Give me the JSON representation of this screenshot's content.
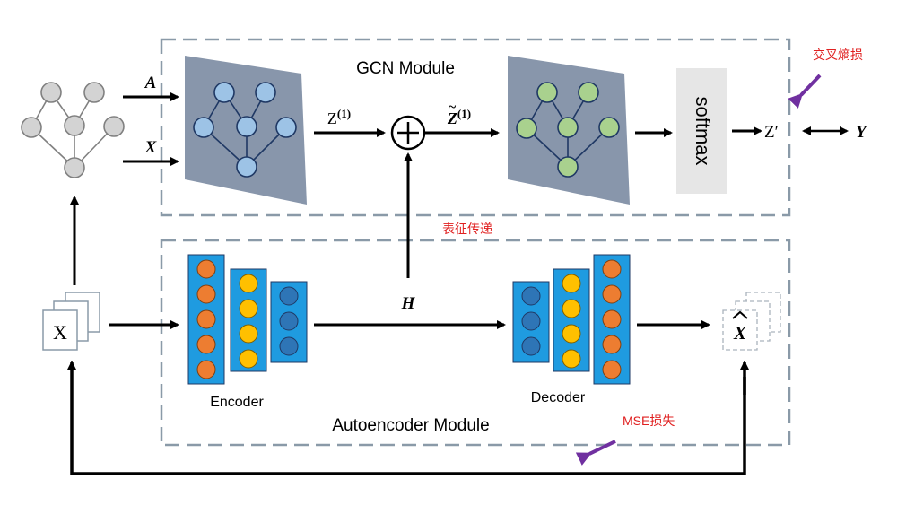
{
  "gcn": {
    "title": "GCN Module",
    "input_a": "A",
    "input_x": "X",
    "z1": "Z",
    "z1_sup": "(1)",
    "z1_tilde": "Z",
    "z1_tilde_sup": "(1)",
    "softmax": "softmax",
    "z_prime": "Z′",
    "y": "Y"
  },
  "annotations": {
    "cross_entropy": "交叉熵损",
    "representation_transfer": "表征传递",
    "mse_loss": "MSE损失"
  },
  "autoencoder": {
    "title": "Autoencoder Module",
    "input_x": "X",
    "hidden_h": "H",
    "encoder": "Encoder",
    "decoder": "Decoder",
    "output_x_hat": "X"
  },
  "colors": {
    "dashed_border": "#8a9aa8",
    "panel_fill": "#8896ab",
    "node_gray": "#d3d3d3",
    "node_blue": "#9dc3e6",
    "node_green": "#a9d18e",
    "layer_fill": "#1f9be0",
    "neuron_orange": "#ed7d31",
    "neuron_yellow": "#ffc000",
    "neuron_blue": "#2e75b6",
    "softmax_box": "#e6e6e6",
    "annotation_red": "#e02020",
    "annotation_arrow": "#7030a0"
  },
  "icons": [
    "input-graph-icon",
    "gcn-graph-icon",
    "output-graph-icon",
    "sum-icon",
    "stacked-feature-icon"
  ]
}
